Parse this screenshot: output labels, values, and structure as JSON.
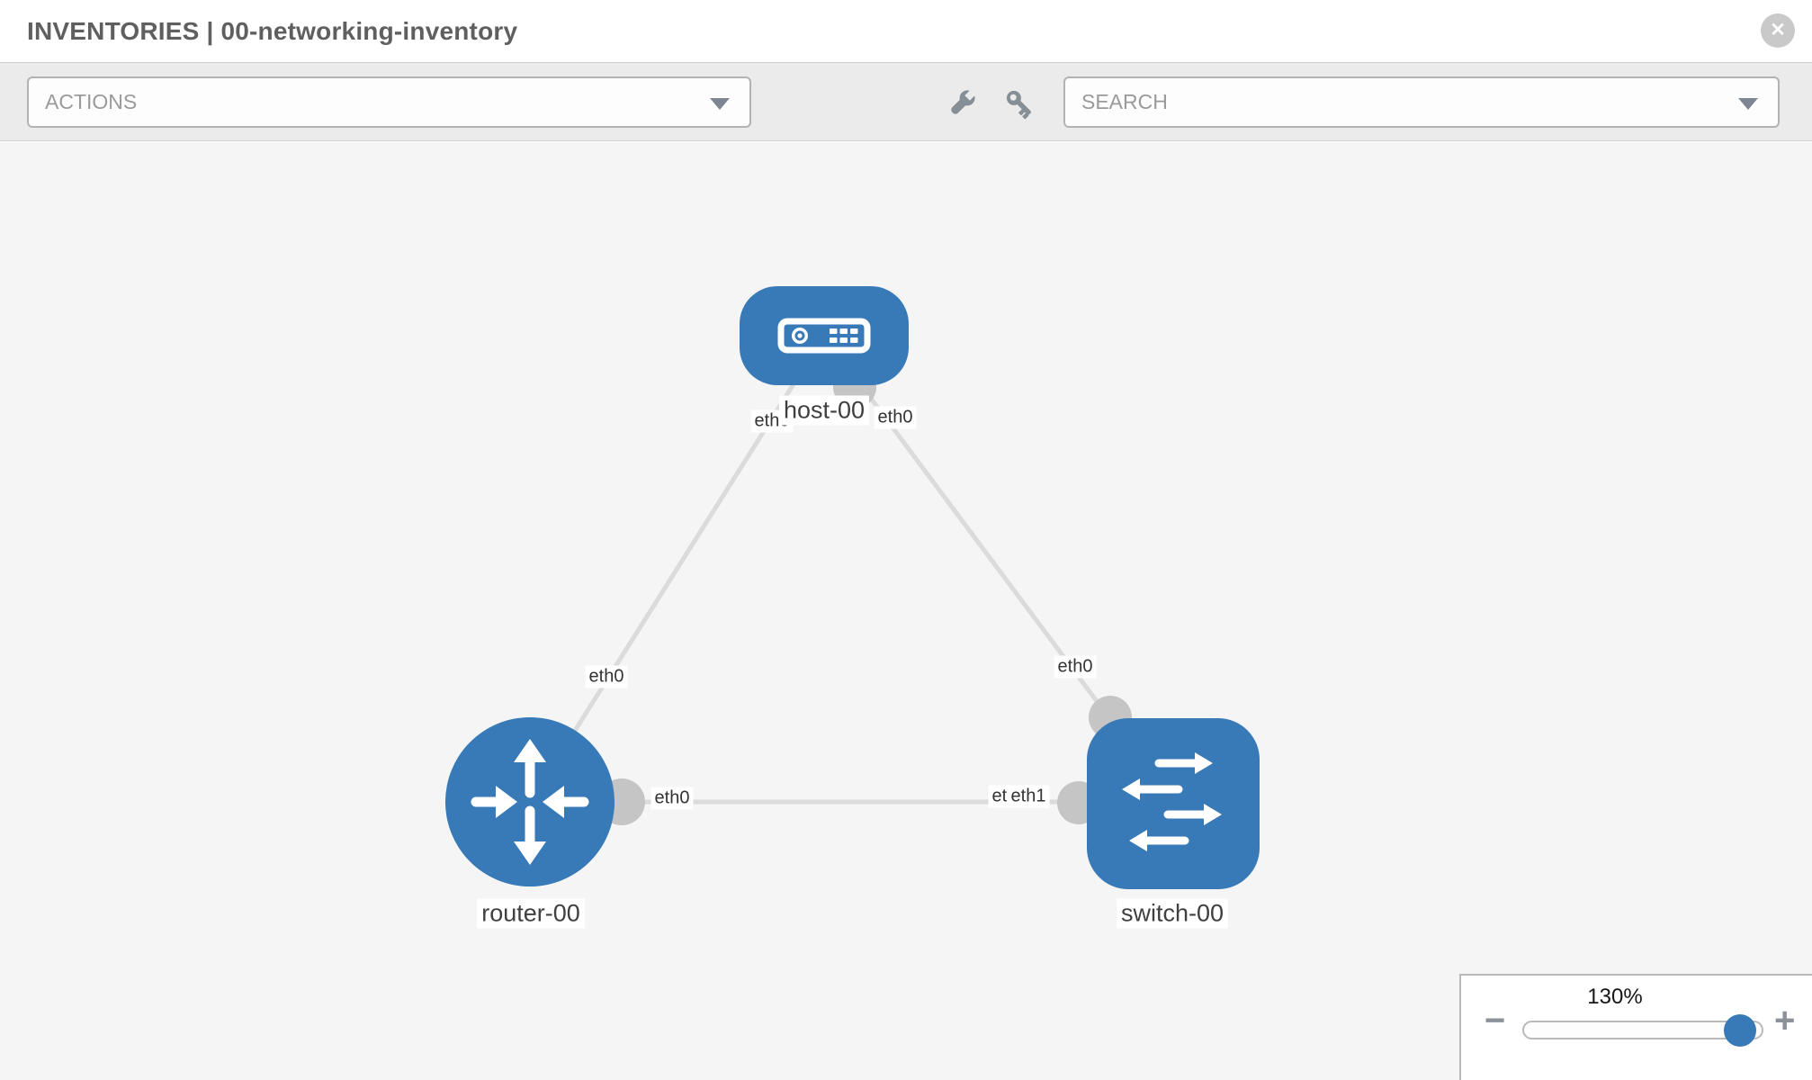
{
  "header": {
    "title": "INVENTORIES | 00-networking-inventory",
    "close_glyph": "✕"
  },
  "toolbar": {
    "actions_label": "ACTIONS",
    "search_label": "SEARCH",
    "icons": [
      "wrench-icon",
      "key-icon"
    ]
  },
  "topology": {
    "nodes": [
      {
        "id": "host-00",
        "type": "host",
        "label": "host-00"
      },
      {
        "id": "router-00",
        "type": "router",
        "label": "router-00"
      },
      {
        "id": "switch-00",
        "type": "switch",
        "label": "switch-00"
      }
    ],
    "links": [
      {
        "from": "host-00",
        "to": "router-00"
      },
      {
        "from": "host-00",
        "to": "switch-00"
      },
      {
        "from": "router-00",
        "to": "switch-00"
      }
    ],
    "interface_labels": {
      "host_end_to_router": "eth0",
      "host_end_to_switch": "eth0",
      "router_end_to_host": "eth0",
      "switch_end_to_host": "eth0",
      "router_end_to_switch": "eth0",
      "switch_end_hidden": "eth0",
      "switch_end_to_router": "eth1"
    }
  },
  "zoom_control": {
    "level": "130%",
    "minus_glyph": "−",
    "plus_glyph": "+"
  },
  "colors": {
    "node_blue": "#377ab7",
    "link_gray": "#dbdbdb",
    "port_gray": "#c5c5c5",
    "canvas_bg": "#f5f5f5"
  }
}
